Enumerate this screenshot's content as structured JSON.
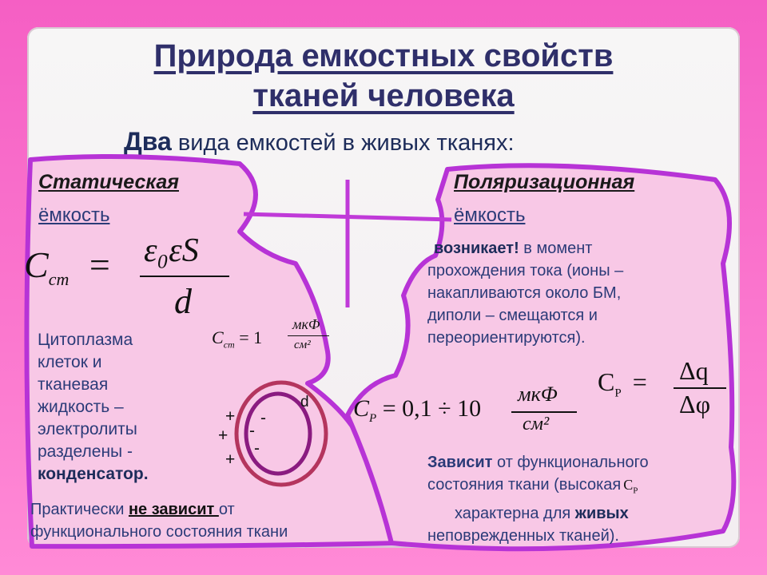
{
  "title_line1": "Природа емкостных свойств",
  "title_line2": "тканей человека",
  "subtitle": {
    "bold": "Два",
    "rest": " вида емкостей в живых тканях:"
  },
  "left": {
    "heading": "Статическая",
    "heading2": "ёмкость",
    "formula_lhs": "C",
    "formula_sub": "cm",
    "formula_num": "ε₀εS",
    "formula_den": "d",
    "small_formula": "= 1",
    "small_unit_num": "мкФ",
    "small_unit_den": "см²",
    "desc_lines": [
      "Цитоплазма",
      "клеток и",
      "тканевая",
      "жидкость –",
      "электролиты",
      "разделены -"
    ],
    "desc_bold": "конденсатор.",
    "plus_signs": [
      "+",
      "+",
      "+"
    ],
    "minus_signs": [
      "-",
      "-",
      "-"
    ],
    "d_label": "d",
    "note_part1": "Практически ",
    "note_bold": "не зависит ",
    "note_part2": "от",
    "note_line2": "функционального состояния ткани"
  },
  "right": {
    "heading": "Поляризационная",
    "heading2": "ёмкость",
    "desc_bold": "возникает!",
    "desc_line1": " в момент",
    "desc_lines": [
      "прохождения тока (ионы –",
      "накапливаются около БМ,",
      "диполи – смещаются и",
      "переориентируются)."
    ],
    "range_formula": "= 0,1 ÷ 10",
    "range_unit_num": "мкФ",
    "range_unit_den": "см²",
    "cp_def_lhs": "C",
    "cp_def_sub": "P",
    "cp_def_num": "Δq",
    "cp_def_den": "Δφ",
    "dep_bold": "Зависит",
    "dep_line1": " от функционального",
    "dep_line2": "состояния ткани (высокая",
    "dep_line3a": "характерна для ",
    "dep_line3b": "живых",
    "dep_line4": "неповрежденных тканей)."
  }
}
